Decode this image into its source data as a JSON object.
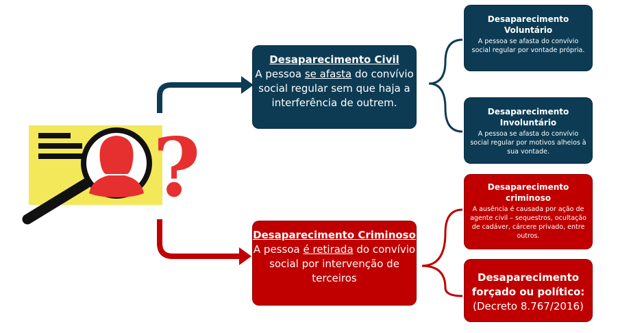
{
  "civil": {
    "title": "Desaparecimento Civil",
    "pre": "A pessoa ",
    "underlined": "se afasta",
    "post": " do convívio social regular sem que haja a interferência de outrem."
  },
  "criminoso": {
    "title": "Desaparecimento Criminoso",
    "pre": "A pessoa ",
    "underlined": "é retirada",
    "post": " do convívio social por intervenção de terceiros"
  },
  "voluntario": {
    "title": "Desaparecimento Voluntário",
    "desc": "A pessoa se afasta do convívio social regular por vontade própria."
  },
  "involuntario": {
    "title": "Desaparecimento Involuntário",
    "desc": "A pessoa se afasta do convívio social regular por motivos alheios à sua vontade."
  },
  "criminoso_sub": {
    "title": "Desaparecimento criminoso",
    "desc": "A ausência é causada por ação de agente civil – sequestros, ocultação de cadáver, cárcere privado, entre outros."
  },
  "forcado": {
    "title": "Desaparecimento forçado ou político:",
    "desc": "(Decreto 8.767/2016)"
  },
  "icon": {
    "question_mark": "?"
  },
  "colors": {
    "navy": "#0d3b54",
    "red": "#c00000",
    "yellow": "#f2e85a"
  }
}
